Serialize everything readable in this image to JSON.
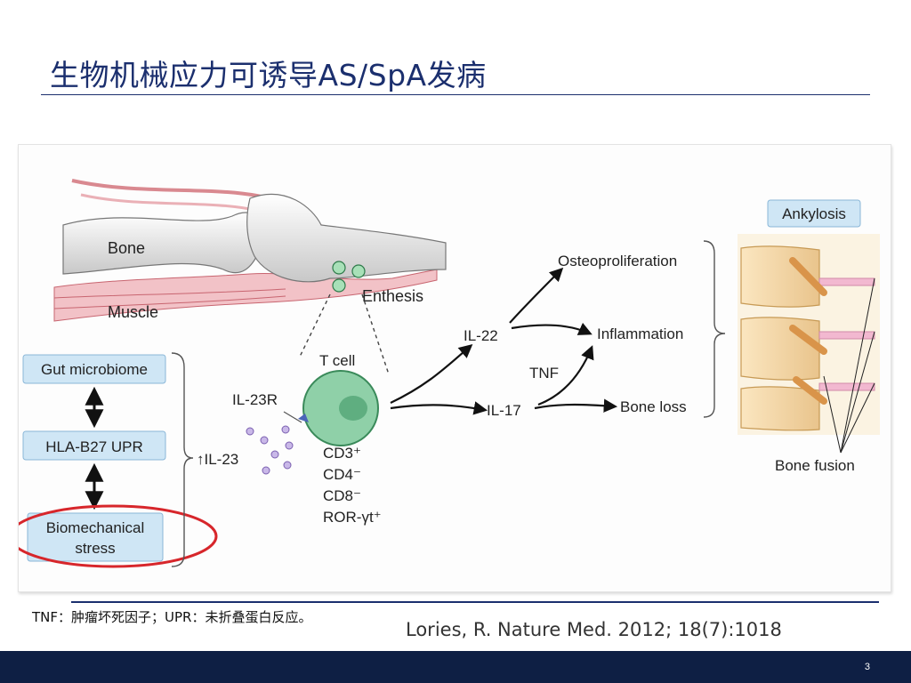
{
  "slide": {
    "title": "生物机械应力可诱导AS/SpA发病",
    "footnote": "TNF：肿瘤坏死因子；UPR：未折叠蛋白反应。",
    "citation": "Lories, R. Nature Med. 2012; 18(7):1018",
    "page_number": "3"
  },
  "figure": {
    "anatomy": {
      "bone": "Bone",
      "muscle": "Muscle",
      "enthesis": "Enthesis"
    },
    "triggers": {
      "gut": "Gut microbiome",
      "hla": "HLA-B27 UPR",
      "stress_line1": "Biomechanical",
      "stress_line2": "stress"
    },
    "cell": {
      "il23r": "IL-23R",
      "il23": "↑IL-23",
      "tcell": "T cell",
      "markers": [
        "CD3⁺",
        "CD4⁻",
        "CD8⁻",
        "ROR-γt⁺"
      ]
    },
    "cytokines": {
      "il22": "IL-22",
      "il17": "IL-17",
      "tnf": "TNF"
    },
    "outcomes": {
      "osteo": "Osteoproliferation",
      "inflammation": "Inflammation",
      "boneloss": "Bone loss"
    },
    "spine": {
      "ankylosis": "Ankylosis",
      "fusion": "Bone fusion"
    }
  },
  "colors": {
    "title": "#1b2f6e",
    "label_box": "#cfe6f5",
    "highlight_ring": "#d7262b",
    "footer": "#0e1f44",
    "muscle": "#e8a0a8",
    "tcell": "#8fd0a8"
  }
}
